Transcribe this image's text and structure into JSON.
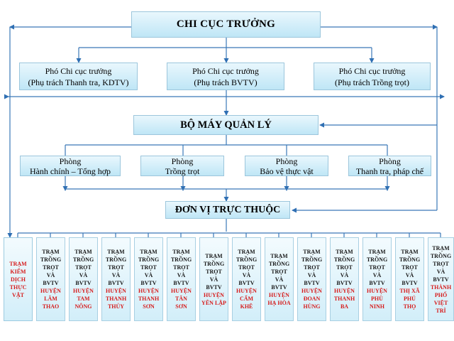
{
  "top": {
    "title": "CHI CỤC TRƯỞNG"
  },
  "deputies": [
    {
      "line1": "Phó Chi cục trưởng",
      "line2": "(Phụ trách Thanh tra, KDTV)"
    },
    {
      "line1": "Phó Chi cục trưởng",
      "line2": "(Phụ trách BVTV)"
    },
    {
      "line1": "Phó Chi cục trưởng",
      "line2": "(Phụ trách Trồng trọt)"
    }
  ],
  "management": {
    "title": "BỘ MÁY QUẢN LÝ"
  },
  "departments": [
    {
      "line1": "Phòng",
      "line2": "Hành chính – Tổng hợp"
    },
    {
      "line1": "Phòng",
      "line2": "Trồng trọt"
    },
    {
      "line1": "Phòng",
      "line2": "Bảo vệ thực vật"
    },
    {
      "line1": "Phòng",
      "line2": "Thanh tra, pháp chế"
    }
  ],
  "units": {
    "title": "ĐƠN VỊ TRỰC THUỘC"
  },
  "stations": [
    {
      "top": "",
      "bottom": "TRẠM\nKIỂM\nDỊCH\nTHỰC\nVẬT"
    },
    {
      "top": "TRẠM\nTRỒNG\nTRỌT\nVÀ\nBVTV",
      "bottom": "HUYỆN\nLÂM\nTHAO"
    },
    {
      "top": "TRẠM\nTRỒNG\nTRỌT\nVÀ\nBVTV",
      "bottom": "HUYỆN\nTAM\nNÔNG"
    },
    {
      "top": "TRẠM\nTRỒNG\nTRỌT\nVÀ\nBVTV",
      "bottom": "HUYỆN\nTHANH\nTHỦY"
    },
    {
      "top": "TRẠM\nTRỒNG\nTRỌT\nVÀ\nBVTV",
      "bottom": "HUYỆN\nTHANH\nSƠN"
    },
    {
      "top": "TRẠM\nTRỒNG\nTRỌT\nVÀ\nBVTV",
      "bottom": "HUYỆN\nTÂN\nSƠN"
    },
    {
      "top": "TRẠM\nTRỒNG\nTRỌT\nVÀ\nBVTV",
      "bottom": "HUYỆN\nYÊN LẬP"
    },
    {
      "top": "TRẠM\nTRỒNG\nTRỌT\nVÀ\nBVTV",
      "bottom": "HUYỆN\nCẨM\nKHÊ"
    },
    {
      "top": "TRẠM\nTRỒNG\nTRỌT\nVÀ\nBVTV",
      "bottom": "HUYỆN\nHẠ HÒA"
    },
    {
      "top": "TRẠM\nTRỒNG\nTRỌT\nVÀ\nBVTV",
      "bottom": "HUYỆN\nĐOAN\nHÙNG"
    },
    {
      "top": "TRẠM\nTRỒNG\nTRỌT\nVÀ\nBVTV",
      "bottom": "HUYỆN\nTHANH\nBA"
    },
    {
      "top": "TRẠM\nTRỒNG\nTRỌT\nVÀ\nBVTV",
      "bottom": "HUYỆN\nPHÙ\nNINH"
    },
    {
      "top": "TRẠM\nTRỒNG\nTRỌT\nVÀ\nBVTV",
      "bottom": "THỊ XÃ\nPHÚ\nTHỌ"
    },
    {
      "top": "TRẠM\nTRỒNG\nTRỌT\nVÀ\nBVTV",
      "bottom": "THÀNH\nPHỐ\nVIỆT\nTRÌ"
    }
  ]
}
